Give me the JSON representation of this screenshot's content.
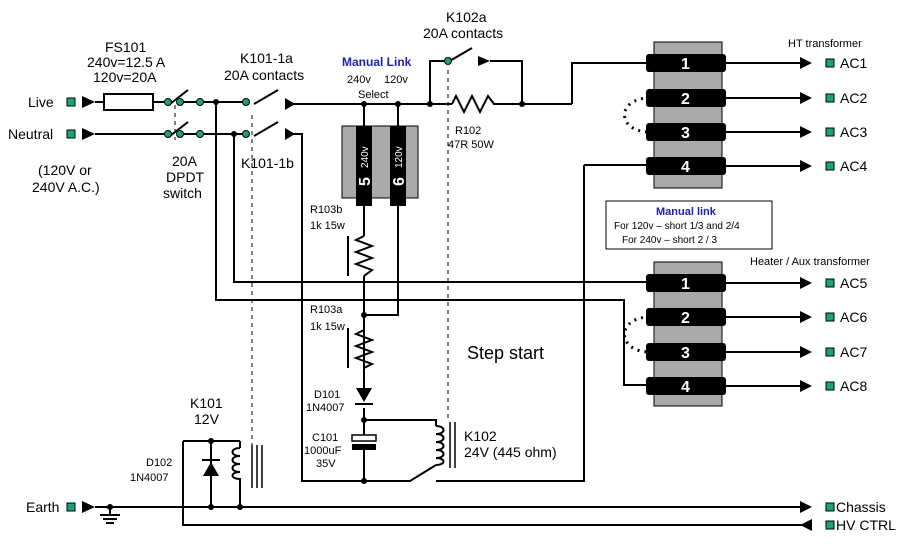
{
  "title_step_start": "Step start",
  "fuse": {
    "name": "FS101",
    "line1": "240v=12.5 A",
    "line2": "120v=20A"
  },
  "inputs": {
    "live": "Live",
    "neutral": "Neutral",
    "earth": "Earth",
    "note1": "(120V or",
    "note2": "240V A.C.)"
  },
  "switch": {
    "l1": "20A",
    "l2": "DPDT",
    "l3": "switch"
  },
  "k101_1a": {
    "name": "K101-1a",
    "contacts": "20A contacts"
  },
  "k101_1b": {
    "name": "K101-1b"
  },
  "k102a": {
    "name": "K102a",
    "contacts": "20A contacts"
  },
  "manual_link_top": {
    "title": "Manual Link",
    "v240": "240v",
    "v120": "120v",
    "select": "Select"
  },
  "link_block": {
    "p5": "5",
    "p5v": "240v",
    "p6": "6",
    "p6v": "120v"
  },
  "r102": {
    "name": "R102",
    "value": "47R 50W"
  },
  "r103b": {
    "name": "R103b",
    "value": "1k 15w"
  },
  "r103a": {
    "name": "R103a",
    "value": "1k 15w"
  },
  "d101": {
    "name": "D101",
    "part": "1N4007"
  },
  "c101": {
    "name": "C101",
    "value": "1000uF",
    "voltage": "35V"
  },
  "k102": {
    "name": "K102",
    "value": "24V (445 ohm)"
  },
  "k101": {
    "name": "K101",
    "value": "12V"
  },
  "d102": {
    "name": "D102",
    "part": "1N4007"
  },
  "ht": {
    "title": "HT transformer",
    "pins": [
      "1",
      "2",
      "3",
      "4"
    ],
    "outs": [
      "AC1",
      "AC2",
      "AC3",
      "AC4"
    ]
  },
  "aux": {
    "title": "Heater / Aux transformer",
    "pins": [
      "1",
      "2",
      "3",
      "4"
    ],
    "outs": [
      "AC5",
      "AC6",
      "AC7",
      "AC8"
    ]
  },
  "manual_link_box": {
    "title": "Manual link",
    "line1": "For 120v – short 1/3 and 2/4",
    "line2": "For 240v – short 2 / 3"
  },
  "outputs": {
    "chassis": "Chassis",
    "hvctrl": "HV CTRL"
  },
  "colors": {
    "terminal": "#1aa37a",
    "blueText": "#1f1fb0",
    "transformer": "#aaaaaa",
    "pin": "#000000"
  }
}
